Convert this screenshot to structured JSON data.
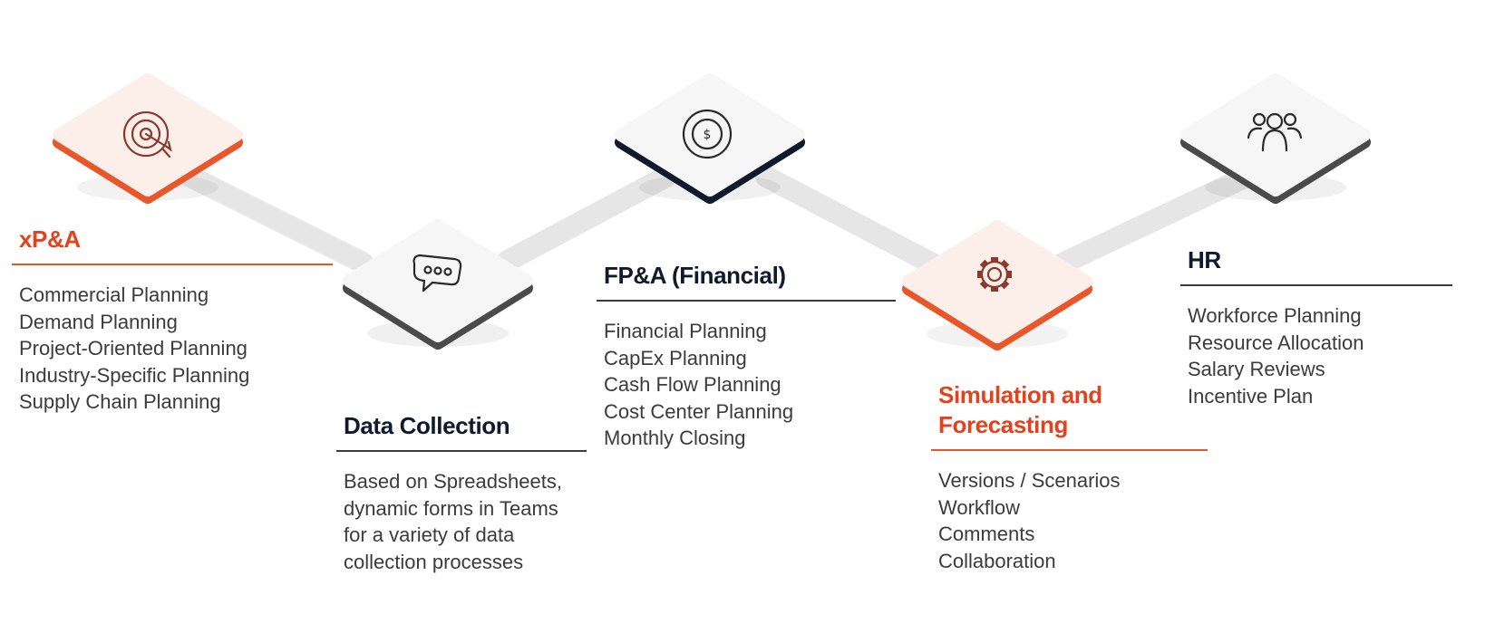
{
  "theme": {
    "accent": "#e8562a",
    "accent_text": "#e3421c",
    "navy": "#0f1b2d",
    "dark_gray": "#4a4a4a",
    "connector": "#e6e6e6"
  },
  "nodes": [
    {
      "icon": "target-icon",
      "edge_color": "#e8562a",
      "tint": "orange"
    },
    {
      "icon": "chat-bubble-icon",
      "edge_color": "#4a4a4a",
      "tint": "gray"
    },
    {
      "icon": "dollar-coin-icon",
      "edge_color": "#0f1b2d",
      "tint": "gray"
    },
    {
      "icon": "gear-icon",
      "edge_color": "#e8562a",
      "tint": "orange"
    },
    {
      "icon": "people-icon",
      "edge_color": "#4a4a4a",
      "tint": "gray"
    }
  ],
  "sections": {
    "xpa": {
      "title": "xP&A",
      "items": [
        "Commercial Planning",
        "Demand Planning",
        "Project-Oriented Planning",
        "Industry-Specific Planning",
        "Supply Chain Planning"
      ]
    },
    "data_collection": {
      "title": "Data Collection",
      "items": [
        "Based on Spreadsheets,",
        "dynamic forms in Teams",
        "for a variety of data",
        "collection processes"
      ]
    },
    "fpa": {
      "title": "FP&A (Financial)",
      "items": [
        "Financial Planning",
        "CapEx Planning",
        "Cash Flow Planning",
        "Cost Center Planning",
        "Monthly Closing"
      ]
    },
    "simulation": {
      "title": "Simulation and\nForecasting",
      "items": [
        "Versions / Scenarios",
        "Workflow",
        "Comments",
        "Collaboration"
      ]
    },
    "hr": {
      "title": "HR",
      "items": [
        "Workforce Planning",
        "Resource Allocation",
        "Salary Reviews",
        "Incentive Plan"
      ]
    }
  }
}
